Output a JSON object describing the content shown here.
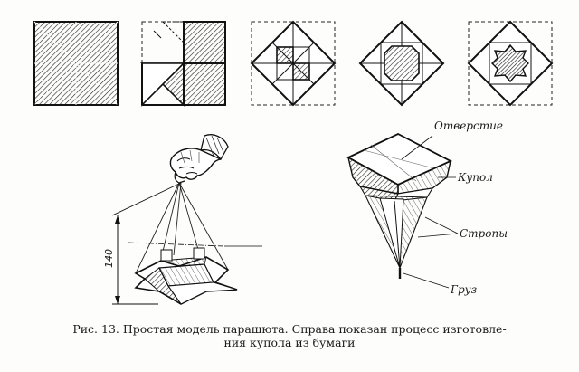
{
  "labels": {
    "opening": "Отверстие",
    "canopy": "Купол",
    "lines": "Стропы",
    "weight": "Груз",
    "height_mark": "140"
  },
  "caption": {
    "line1": "Рис. 13. Простая модель парашюта. Справа показан процесс изготовле-",
    "line2": "ния купола из бумаги"
  }
}
